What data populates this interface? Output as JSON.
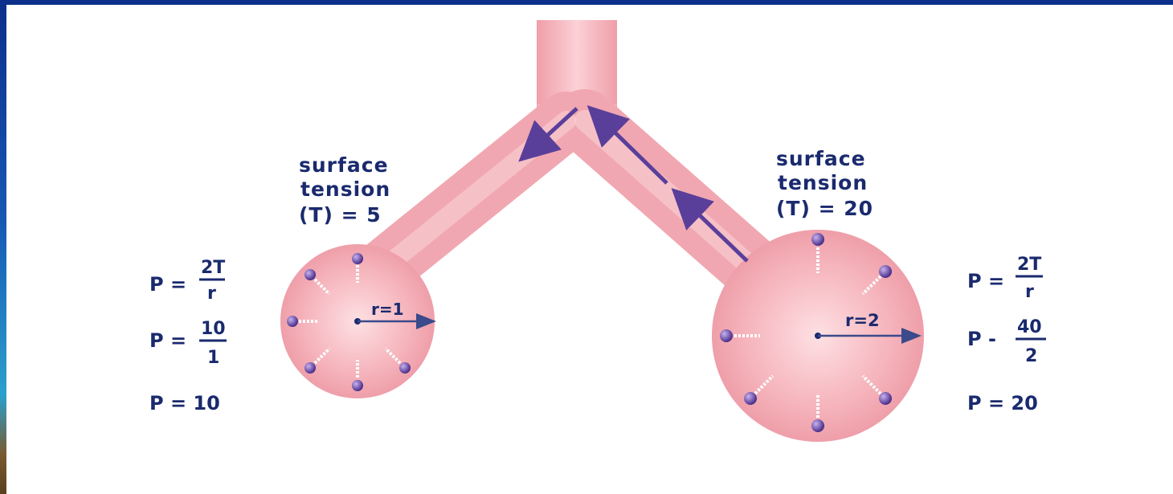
{
  "left_alveolus": {
    "surface_label_line1": "surface",
    "surface_label_line2": "tension",
    "surface_label_line3": "(T) = 5",
    "radius_label": "r=1",
    "eq1_lhs": "P =",
    "eq1_num": "2T",
    "eq1_den": "r",
    "eq2_lhs": "P =",
    "eq2_num": "10",
    "eq2_den": "1",
    "eq3": "P = 10"
  },
  "right_alveolus": {
    "surface_label_line1": "surface",
    "surface_label_line2": "tension",
    "surface_label_line3": "(T) = 20",
    "radius_label": "r=2",
    "eq1_lhs": "P =",
    "eq1_num": "2T",
    "eq1_den": "r",
    "eq2_lhs": "P -",
    "eq2_num": "40",
    "eq2_den": "2",
    "eq3": "P = 20"
  },
  "colors": {
    "tissue": "#f4a9b2",
    "tissue_light": "#fbd6da",
    "text": "#1a2a6e",
    "arrow": "#5a3f9a",
    "frame": "#0c2f8a"
  }
}
